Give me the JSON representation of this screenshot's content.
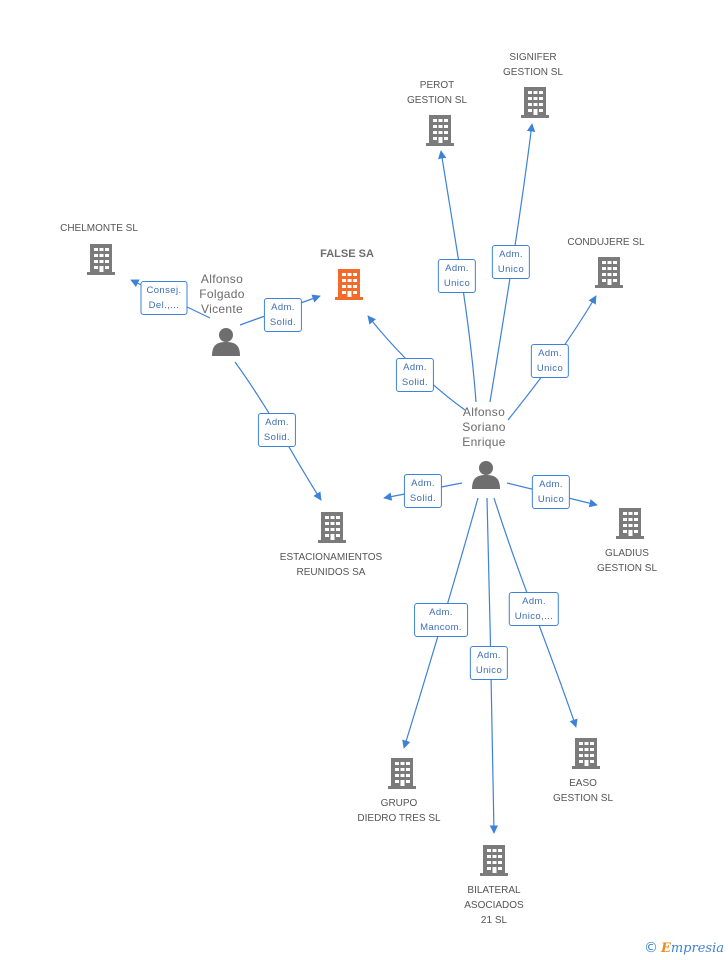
{
  "colors": {
    "edge": "#3d82d6",
    "building": "#7b7b7b",
    "main_building": "#f26b2a",
    "person": "#6e6e6e"
  },
  "companies": {
    "false_sa": {
      "label": "FALSE SA"
    },
    "perot": {
      "label": "PEROT\nGESTION SL"
    },
    "signifer": {
      "label": "SIGNIFER\nGESTION SL"
    },
    "chelmonte": {
      "label": "CHELMONTE SL"
    },
    "condujere": {
      "label": "CONDUJERE SL"
    },
    "estacionamientos": {
      "label": "ESTACIONAMIENTOS\nREUNIDOS SA"
    },
    "gladius": {
      "label": "GLADIUS\nGESTION SL"
    },
    "grupo": {
      "label": "GRUPO\nDIEDRO TRES SL"
    },
    "easo": {
      "label": "EASO\nGESTION SL"
    },
    "bilateral": {
      "label": "BILATERAL\nASOCIADOS\n21  SL"
    }
  },
  "people": {
    "folgado": {
      "label": "Alfonso\nFolgado\nVicente"
    },
    "soriano": {
      "label": "Alfonso\nSoriano\nEnrique"
    }
  },
  "relations": {
    "folgado_chelmonte": "Consej.\nDel.,...",
    "folgado_false": "Adm.\nSolid.",
    "folgado_estac": "Adm.\nSolid.",
    "soriano_false": "Adm.\nSolid.",
    "soriano_perot": "Adm.\nUnico",
    "soriano_signifer": "Adm.\nUnico",
    "soriano_condujere": "Adm.\nUnico",
    "soriano_estac": "Adm.\nSolid.",
    "soriano_gladius": "Adm.\nUnico",
    "soriano_grupo": "Adm.\nMancom.",
    "soriano_bilateral": "Adm.\nUnico",
    "soriano_easo": "Adm.\nUnico,..."
  },
  "footer": {
    "copyright": "©",
    "brand_initial": "E",
    "brand_rest": "mpresia"
  }
}
